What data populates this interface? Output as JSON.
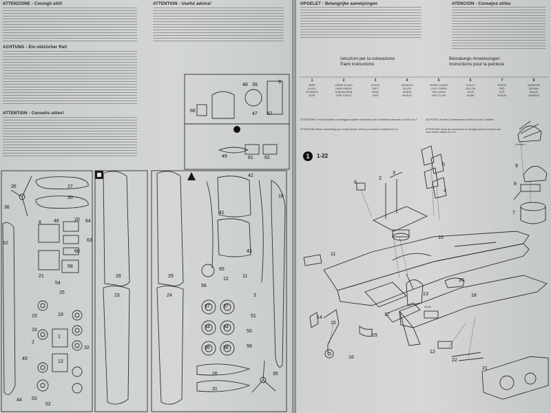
{
  "left": {
    "hdr_it": "ATTENZIONE - Consigli utili!",
    "hdr_de": "ACHTUNG - Ein nützlicher Rat!",
    "hdr_fr": "ATTENTION - Conseils utiles!",
    "hdr_en": "ATTENTION - Useful advice!",
    "markers": {
      "square": "■",
      "triangle": "▲"
    }
  },
  "right": {
    "hdr_es": "OPGELET - Belangrijke aanwijzingen",
    "hdr_se": "ATENCION - Consejos utiles",
    "paint_it": "Istruzioni per la colorazione",
    "paint_en": "Paint instructions",
    "paint_de": "Bemalungs-Anweisungen",
    "paint_fr": "Instructions pour la peinture",
    "warn_it": "ATTENZIONE: Prima di iniziare il montaggio scegliere la versione che si desidera realizzare, se la M o la 2.",
    "warn_en": "ATTENTION: Before assembling your model choose version you want to construct M or 2.",
    "warn_de": "ACHTUNG: Vor dem Zusammenbau Version M oder 4 wählen.",
    "warn_fr": "ATTENTION: Avant de commencer le montage choisir la version que vous voulez réaliser M ou 2.",
    "step_num": "1",
    "step_range": "1-22",
    "version_label": "Version 1",
    "decal_label": "decal"
  },
  "paint_columns": [
    {
      "num": "1",
      "names": [
        "NERO",
        "BLACK",
        "SCHWARZ",
        "NOIR"
      ]
    },
    {
      "num": "2",
      "names": [
        "VERDE SCURO",
        "DARK GREEN",
        "DUNKELGRÜN",
        "VERT FONCÉ"
      ]
    },
    {
      "num": "3",
      "names": [
        "GRIGIO",
        "GREY",
        "GRAU",
        "GRIS"
      ]
    },
    {
      "num": "4",
      "names": [
        "ARGENTO",
        "SILVER",
        "SILBER",
        "ARGENT"
      ]
    },
    {
      "num": "5",
      "names": [
        "VERDE CHIARO",
        "LIGHT GREEN",
        "HELLGRÜN",
        "VERT CLAIR"
      ]
    },
    {
      "num": "6",
      "names": [
        "GIALLO",
        "YELLOW",
        "GELB",
        "JAUNE"
      ]
    },
    {
      "num": "7",
      "names": [
        "ROSSO",
        "RED",
        "ROT",
        "ROUGE"
      ]
    },
    {
      "num": "8",
      "names": [
        "MARRONE",
        "BROWN",
        "BRAUN",
        "MARRON"
      ]
    }
  ],
  "sprue_parts": {
    "p27": "27",
    "p30": "30",
    "p35a": "35",
    "p36": "36",
    "p46": "46",
    "p20": "20",
    "p64": "64",
    "p63": "63",
    "p60": "60",
    "p58": "58",
    "p21": "21",
    "p54": "54",
    "p8": "8",
    "p10a": "10",
    "p28": "28",
    "p23": "23",
    "p29": "29",
    "p24": "24",
    "p25": "25",
    "p15": "15",
    "p19": "19",
    "p16": "16",
    "p1": "1",
    "p2": "2",
    "p13": "13",
    "p32": "32",
    "p45": "45",
    "p44": "44",
    "p53": "53",
    "p52": "52",
    "p48": "48",
    "p39": "39",
    "p9": "9",
    "p68": "68",
    "p47": "47",
    "p67": "67",
    "p49": "49",
    "p61": "61",
    "p62": "62",
    "p42": "42",
    "p18": "18",
    "p41": "41",
    "p43": "43",
    "p65": "65",
    "p12": "12",
    "p11": "11",
    "p56": "56",
    "p37a": "37",
    "p37b": "37",
    "p34a": "34",
    "p34b": "34",
    "p38a": "38",
    "p38b": "38",
    "p3": "3",
    "p51": "51",
    "p50": "50",
    "p59": "59",
    "p26": "26",
    "p31": "31",
    "p35b": "35"
  },
  "assembly_parts": {
    "a6": "6",
    "a2": "2",
    "a3": "3",
    "a5": "5",
    "a4": "4",
    "a9": "9",
    "a8": "8",
    "a7": "7",
    "a10": "10",
    "a11": "11",
    "a13": "13",
    "a20": "20",
    "a18": "18",
    "a17": "17",
    "a19": "19",
    "a15": "15",
    "a14": "14",
    "a16": "16",
    "a12": "12",
    "a22": "22",
    "a21": "21",
    "a1": "1"
  }
}
